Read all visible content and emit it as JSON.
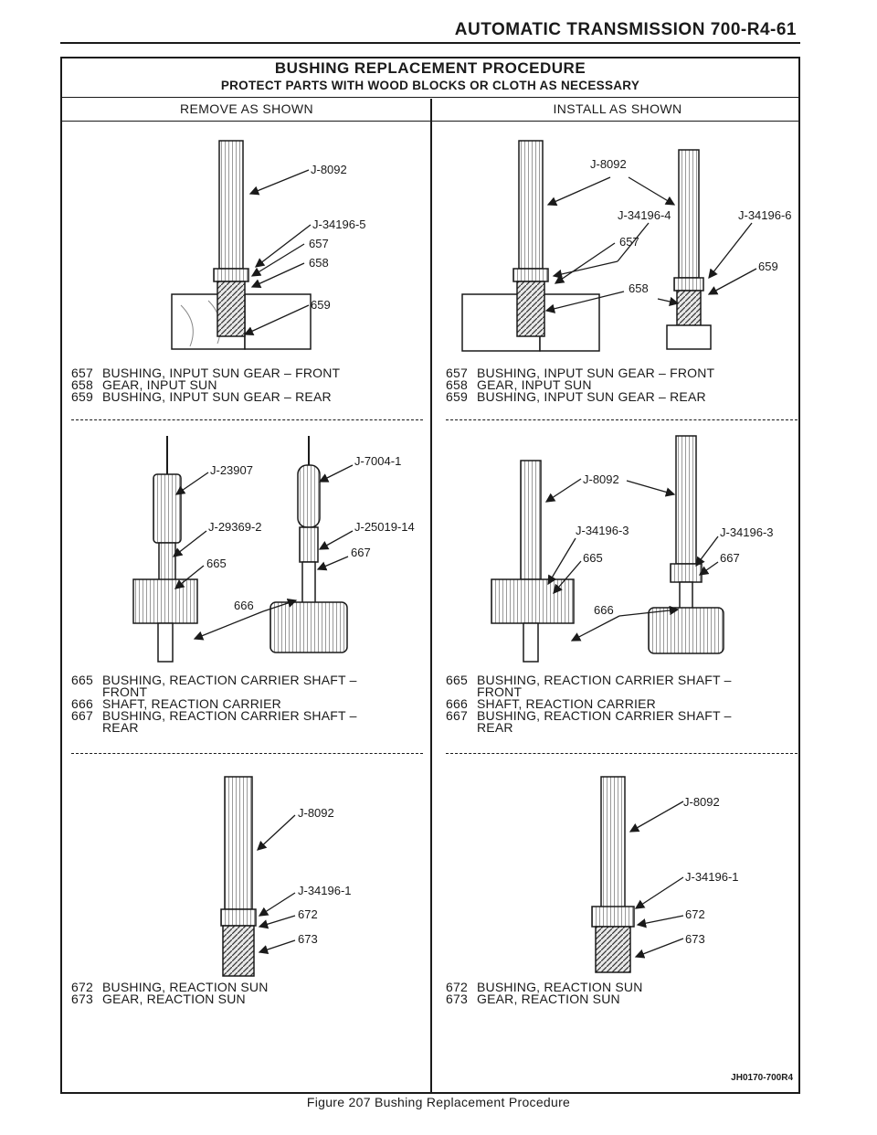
{
  "header": {
    "title": "AUTOMATIC TRANSMISSION 700-R4-61"
  },
  "procedure": {
    "title": "BUSHING REPLACEMENT PROCEDURE",
    "subtitle": "PROTECT PARTS WITH WOOD BLOCKS OR CLOTH AS NECESSARY",
    "left_heading": "REMOVE AS SHOWN",
    "right_heading": "INSTALL AS SHOWN"
  },
  "callouts": {
    "p1l": {
      "a": "J-8092",
      "b": "J-34196-5",
      "c": "657",
      "d": "658",
      "e": "659"
    },
    "p1r": {
      "a": "J-8092",
      "b": "J-34196-4",
      "c": "J-34196-6",
      "d": "657",
      "e": "658",
      "f": "659"
    },
    "p2l": {
      "a": "J-23907",
      "b": "J-7004-1",
      "c": "J-29369-2",
      "d": "J-25019-14",
      "e": "665",
      "f": "667",
      "g": "666"
    },
    "p2r": {
      "a": "J-8092",
      "b": "J-34196-3",
      "c": "J-34196-3",
      "d": "665",
      "e": "667",
      "f": "666"
    },
    "p3l": {
      "a": "J-8092",
      "b": "J-34196-1",
      "c": "672",
      "d": "673"
    },
    "p3r": {
      "a": "J-8092",
      "b": "J-34196-1",
      "c": "672",
      "d": "673"
    }
  },
  "legend1_left": [
    {
      "num": "657",
      "text": "BUSHING, INPUT SUN GEAR – FRONT"
    },
    {
      "num": "658",
      "text": "GEAR, INPUT SUN"
    },
    {
      "num": "659",
      "text": "BUSHING, INPUT SUN GEAR – REAR"
    }
  ],
  "legend1_right": [
    {
      "num": "657",
      "text": "BUSHING, INPUT SUN GEAR – FRONT"
    },
    {
      "num": "658",
      "text": "GEAR, INPUT SUN"
    },
    {
      "num": "659",
      "text": "BUSHING, INPUT SUN GEAR – REAR"
    }
  ],
  "legend2_left": [
    {
      "num": "665",
      "text": "BUSHING, REACTION CARRIER SHAFT –",
      "cont": "FRONT"
    },
    {
      "num": "666",
      "text": "SHAFT, REACTION CARRIER"
    },
    {
      "num": "667",
      "text": "BUSHING, REACTION CARRIER SHAFT –",
      "cont": "REAR"
    }
  ],
  "legend2_right": [
    {
      "num": "665",
      "text": "BUSHING, REACTION CARRIER SHAFT –",
      "cont": "FRONT"
    },
    {
      "num": "666",
      "text": "SHAFT, REACTION CARRIER"
    },
    {
      "num": "667",
      "text": "BUSHING, REACTION CARRIER SHAFT –",
      "cont": "REAR"
    }
  ],
  "legend3_left": [
    {
      "num": "672",
      "text": "BUSHING, REACTION SUN"
    },
    {
      "num": "673",
      "text": "GEAR, REACTION SUN"
    }
  ],
  "legend3_right": [
    {
      "num": "672",
      "text": "BUSHING, REACTION SUN"
    },
    {
      "num": "673",
      "text": "GEAR, REACTION SUN"
    }
  ],
  "figure": {
    "code": "JH0170-700R4",
    "caption": "Figure 207 Bushing Replacement Procedure"
  }
}
